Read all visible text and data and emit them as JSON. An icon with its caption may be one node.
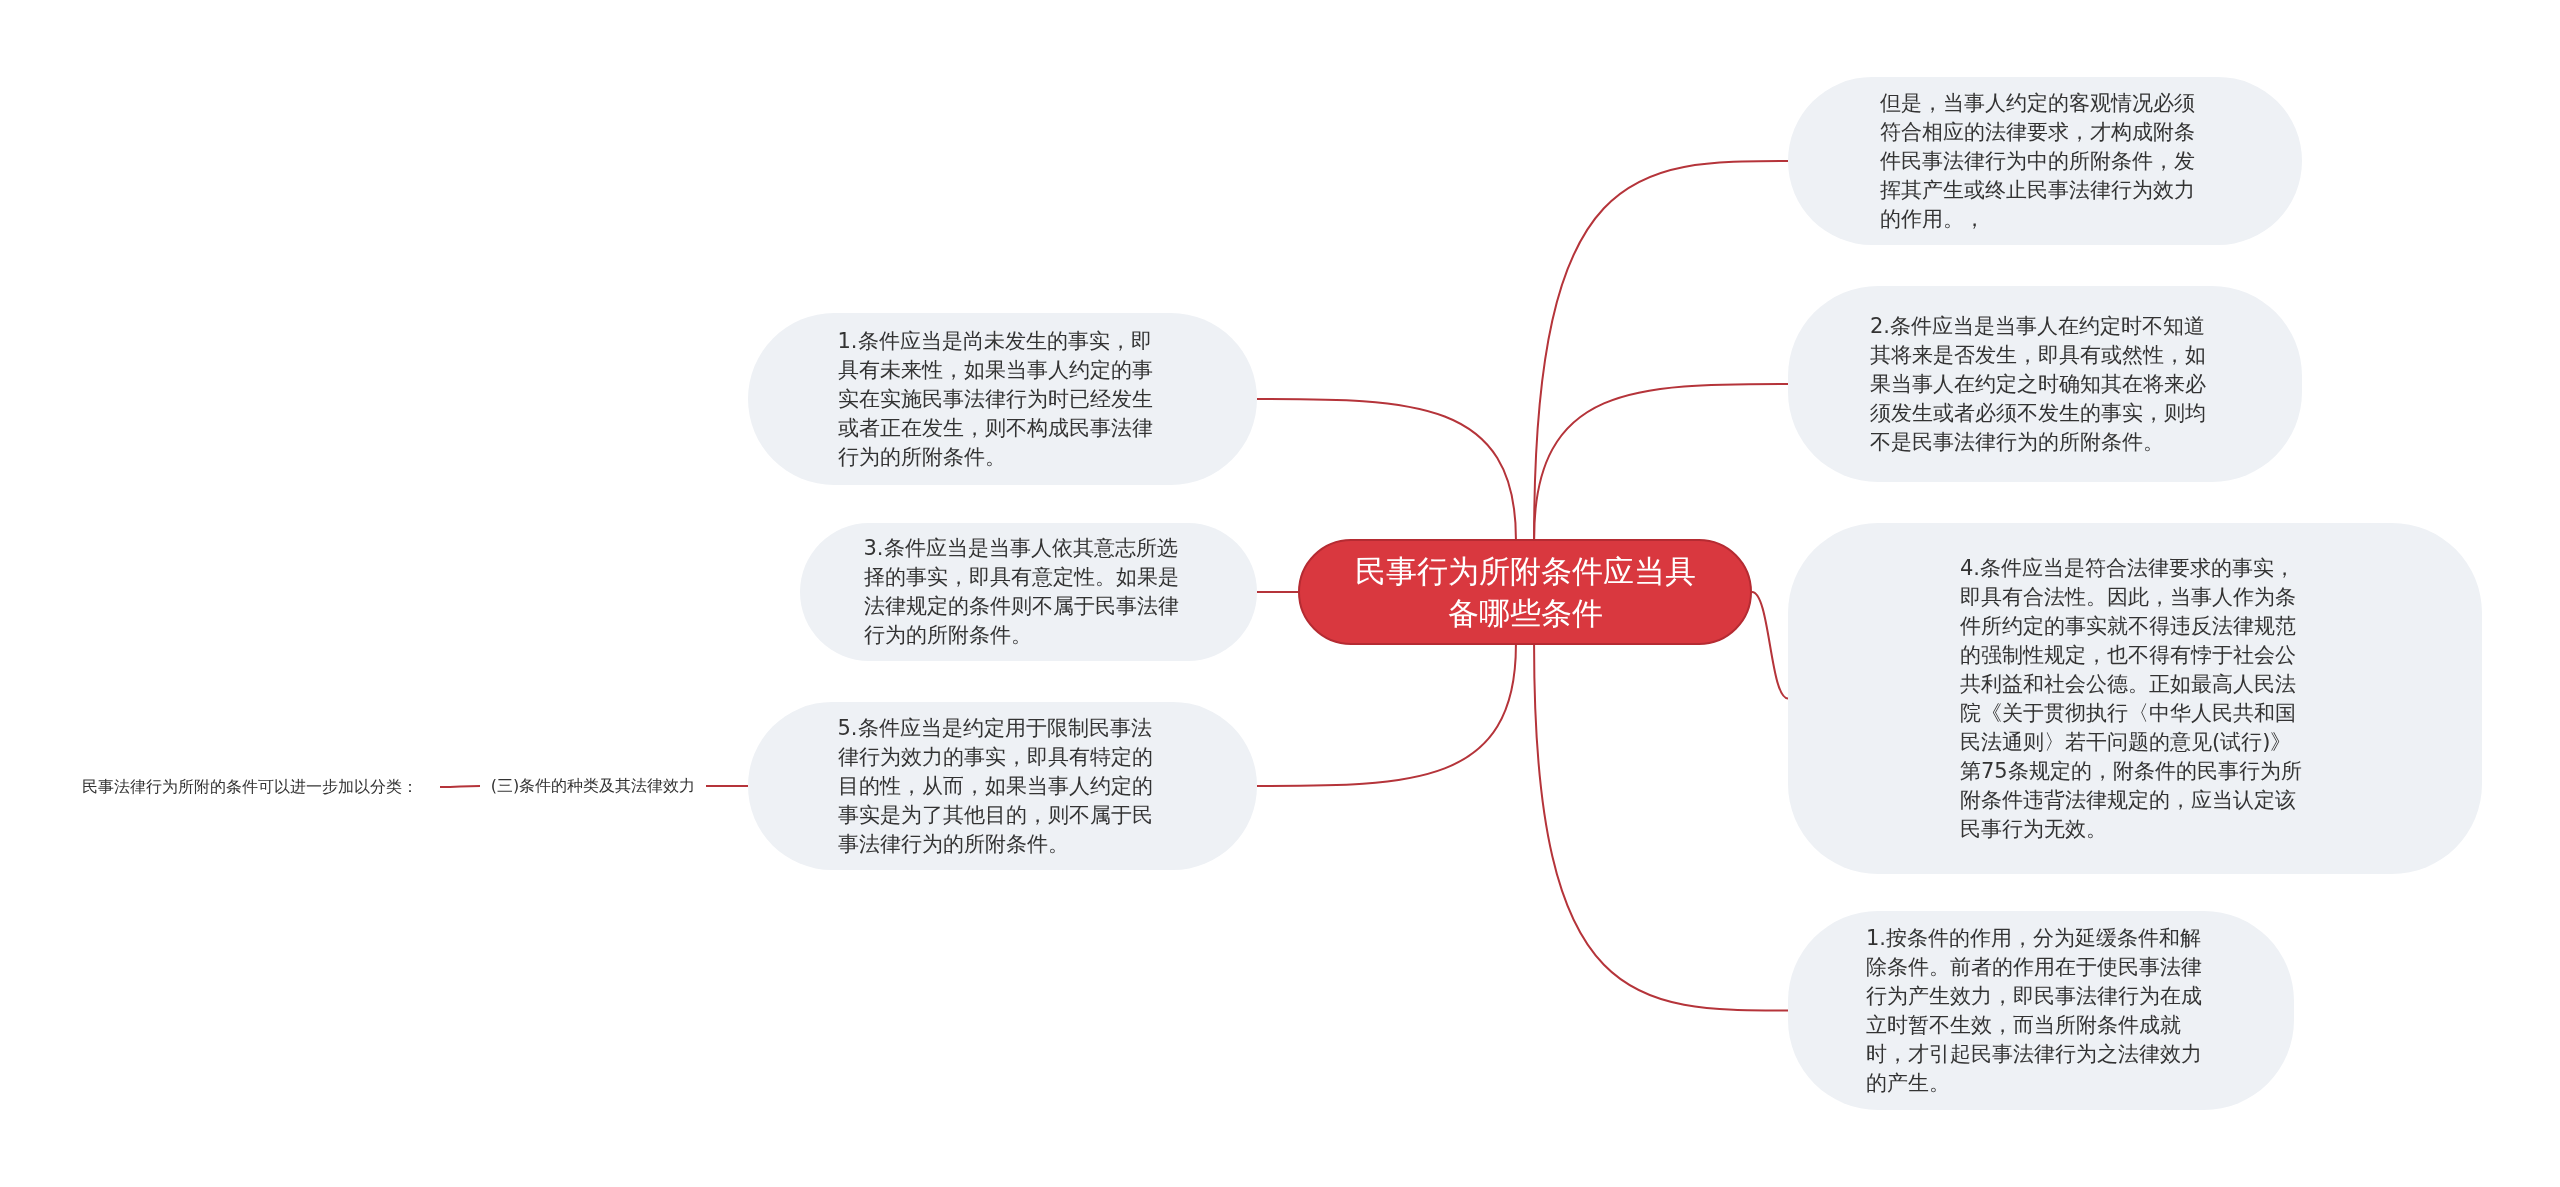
{
  "diagram": {
    "nodes": [
      {
        "text": [
          "民事行为所附条件应当具备哪些条件"
        ]
      },
      {
        "text": [
          "1.条件应当是尚未发生的事实，即具有未来性，如果当事人约定的事实在实施民事法律行为时已经发生或者正在发生，则不构成民事法律行为的所附条件。"
        ]
      },
      {
        "text": [
          "3.条件应当是当事人依其意志所选择的事实，即具有意定性。如果是法律规定的条件则不属于民事法律行为的所附条件。"
        ]
      },
      {
        "text": [
          "5.条件应当是约定用于限制民事法律行为效力的事实，即具有特定的目的性，从而，如果当事人约定的事实是为了其他目的，则不属于民事法律行为的所附条件。"
        ]
      },
      {
        "text": [
          "(三)条件的种类及其法律效力"
        ]
      },
      {
        "text": [
          "民事法律行为所附的条件可以进一步加以分类："
        ]
      },
      {
        "text": [
          "但是，当事人约定的客观情况必须符合相应的法律要求，才构成附条件民事法律行为中的所附条件，发挥其产生或终止民事法律行为效力的作用。，"
        ]
      },
      {
        "text": [
          "2.条件应当是当事人在约定时不知道其将来是否发生，即具有或然性，如果当事人在约定之时确知其在将来必须发生或者必须不发生的事实，则均不是民事法律行为的所附条件。"
        ]
      },
      {
        "text": [
          "4.条件应当是符合法律要求的事实，即具有合法性。因此，当事人作为条件所约定的事实就不得违反法律规范的强制性规定，也不得有悖于社会公共利益和社会公德。正如最高人民法院《关于贯彻执行〈中华人民共和国民法通则〉若干问题的意见(试行)》第75条规定的，附条件的民事行为所附条件违背法律规定的，应当认定该民事行为无效。"
        ]
      },
      {
        "text": [
          "1.按条件的作用，分为延缓条件和解除条件。前者的作用在于使民事法律行为产生效力，即民事法律行为在成立时暂不生效，而当所附条件成就时，才引起民事法律行为之法律效力的产生。"
        ]
      }
    ],
    "edges": [
      {
        "from": 0,
        "to": 1,
        "arrow": "none"
      },
      {
        "from": 0,
        "to": 2,
        "arrow": "none"
      },
      {
        "from": 0,
        "to": 3,
        "arrow": "none"
      },
      {
        "from": 3,
        "to": 4,
        "arrow": "none"
      },
      {
        "from": 4,
        "to": 5,
        "arrow": "none"
      },
      {
        "from": 0,
        "to": 6,
        "arrow": "none"
      },
      {
        "from": 0,
        "to": 7,
        "arrow": "none"
      },
      {
        "from": 0,
        "to": 8,
        "arrow": "none"
      },
      {
        "from": 0,
        "to": 9,
        "arrow": "none"
      }
    ]
  }
}
